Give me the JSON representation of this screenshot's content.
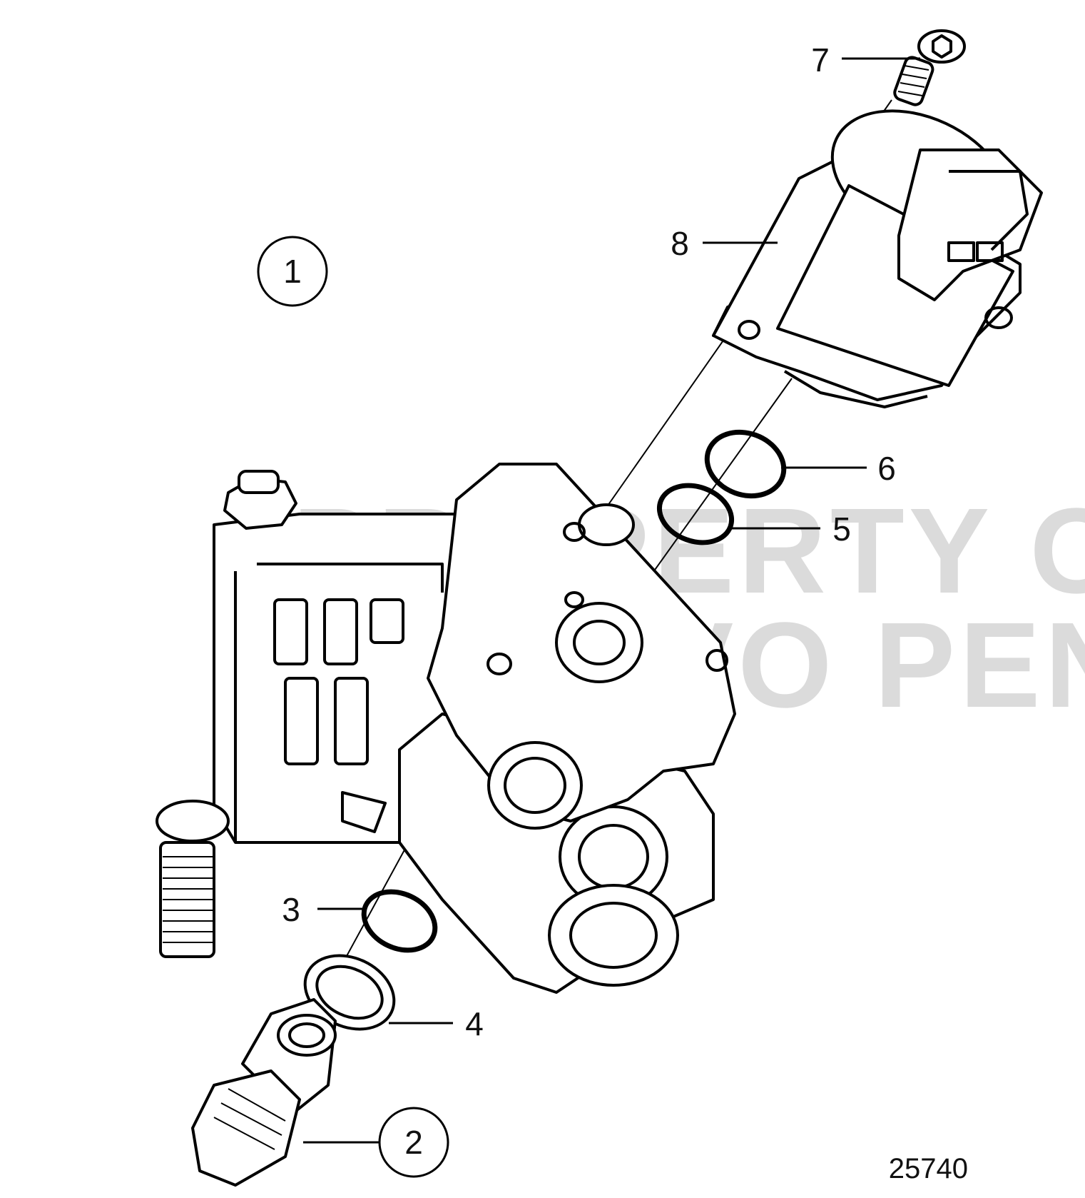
{
  "figure": {
    "number": "25740",
    "watermark_line1": "PROPERTY OF",
    "watermark_line2": "VOLVO PENTA"
  },
  "callouts": [
    {
      "id": "1",
      "circled": true
    },
    {
      "id": "2",
      "circled": true
    },
    {
      "id": "3",
      "circled": false
    },
    {
      "id": "4",
      "circled": false
    },
    {
      "id": "5",
      "circled": false
    },
    {
      "id": "6",
      "circled": false
    },
    {
      "id": "7",
      "circled": false
    },
    {
      "id": "8",
      "circled": false
    }
  ],
  "colors": {
    "line": "#000000",
    "background": "#ffffff",
    "watermark": "#cfcfcf"
  }
}
